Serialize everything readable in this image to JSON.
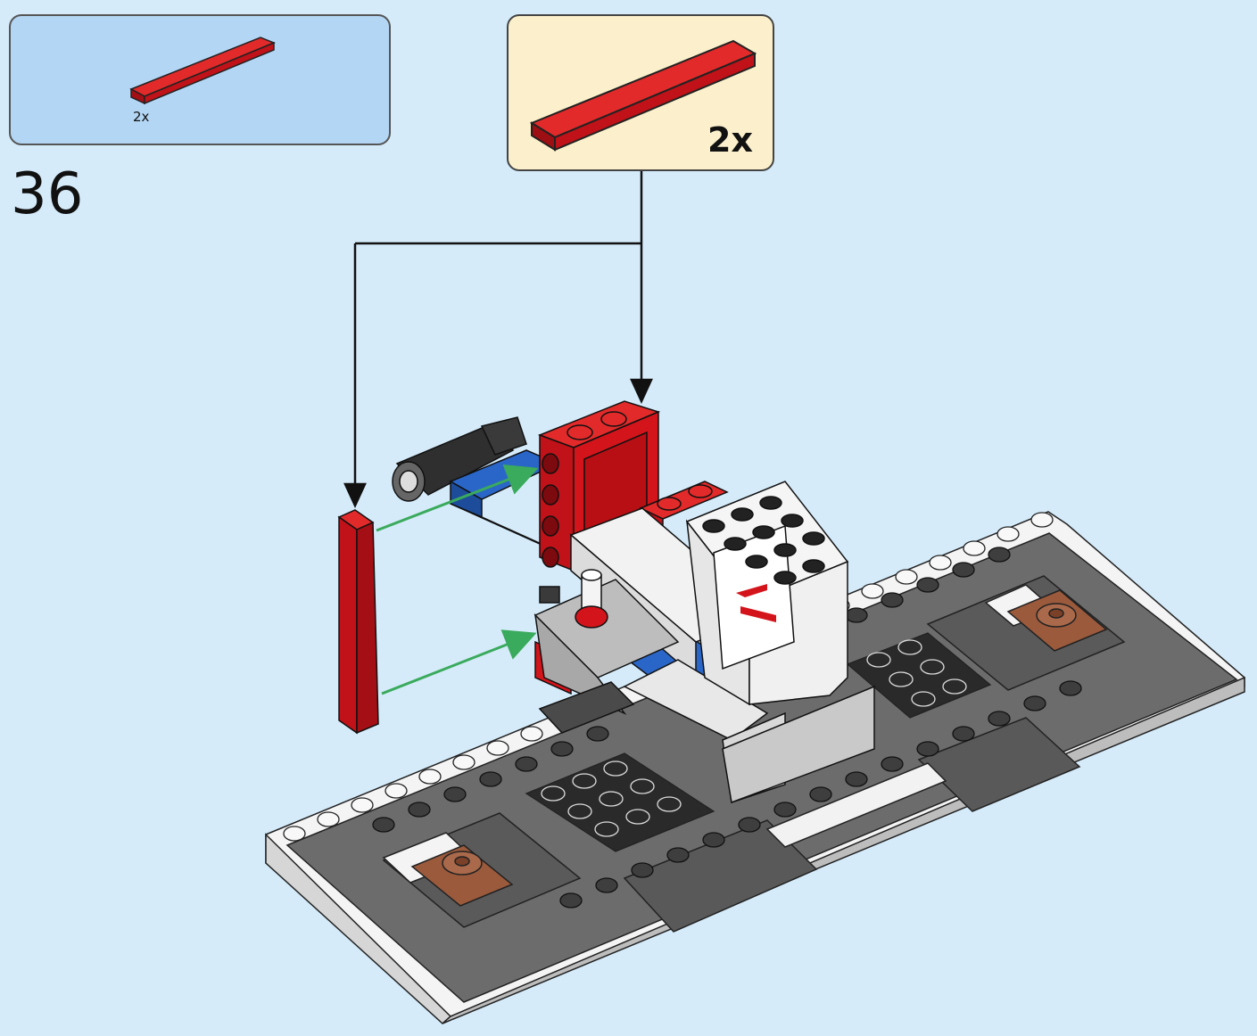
{
  "sub_callout": {
    "quantity": "2x",
    "part_icon": "red-tile-1x6-icon"
  },
  "step": {
    "number": "36"
  },
  "parts_callout": {
    "quantity": "2x",
    "part_icon": "red-tile-1x6-icon"
  },
  "colors": {
    "background": "#d5ebfa",
    "part_red": "#d4141b",
    "baseplate_gray": "#6b6b6b",
    "baseplate_white": "#f2f2f2",
    "accent_blue": "#2a66c8",
    "arrow_green": "#3aaa5c"
  }
}
